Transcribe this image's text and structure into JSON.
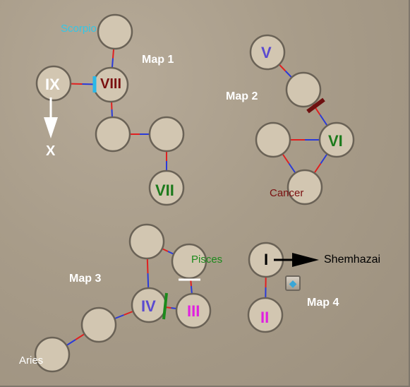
{
  "maps": [
    {
      "label": "Map 1",
      "room_numerals": [
        "IX",
        "VIII",
        "VII"
      ]
    },
    {
      "label": "Map 2",
      "room_numerals": [
        "V",
        "VI"
      ]
    },
    {
      "label": "Map 3",
      "room_numerals": [
        "IV",
        "III"
      ]
    },
    {
      "label": "Map 4",
      "room_numerals": [
        "I",
        "II"
      ]
    }
  ],
  "exits": {
    "x": "X",
    "shemhazai": "Shemhazai"
  },
  "zodiac": {
    "scorpio": "Scorpio",
    "cancer": "Cancer",
    "pisces": "Pisces",
    "aries": "Aries"
  },
  "item_icon": "crystal-gem-icon",
  "colors": {
    "room_fill": "#d2c6b1",
    "room_border": "#6a6256",
    "link_red": "#e02020",
    "link_blue": "#2a3ad8",
    "numeral_dark_red": "#7a1010",
    "numeral_green": "#1c7a1c",
    "numeral_purple": "#5a4ad0",
    "numeral_magenta": "#e020e0",
    "scorpio_text": "#33c6e6",
    "pisces_text": "#1c8a1c",
    "cancer_text": "#7a1010",
    "barrier_cyan": "#2ab8e8",
    "barrier_dark_red": "#6e1010",
    "barrier_white": "#ffffff",
    "barrier_green": "#1c8a1c"
  }
}
